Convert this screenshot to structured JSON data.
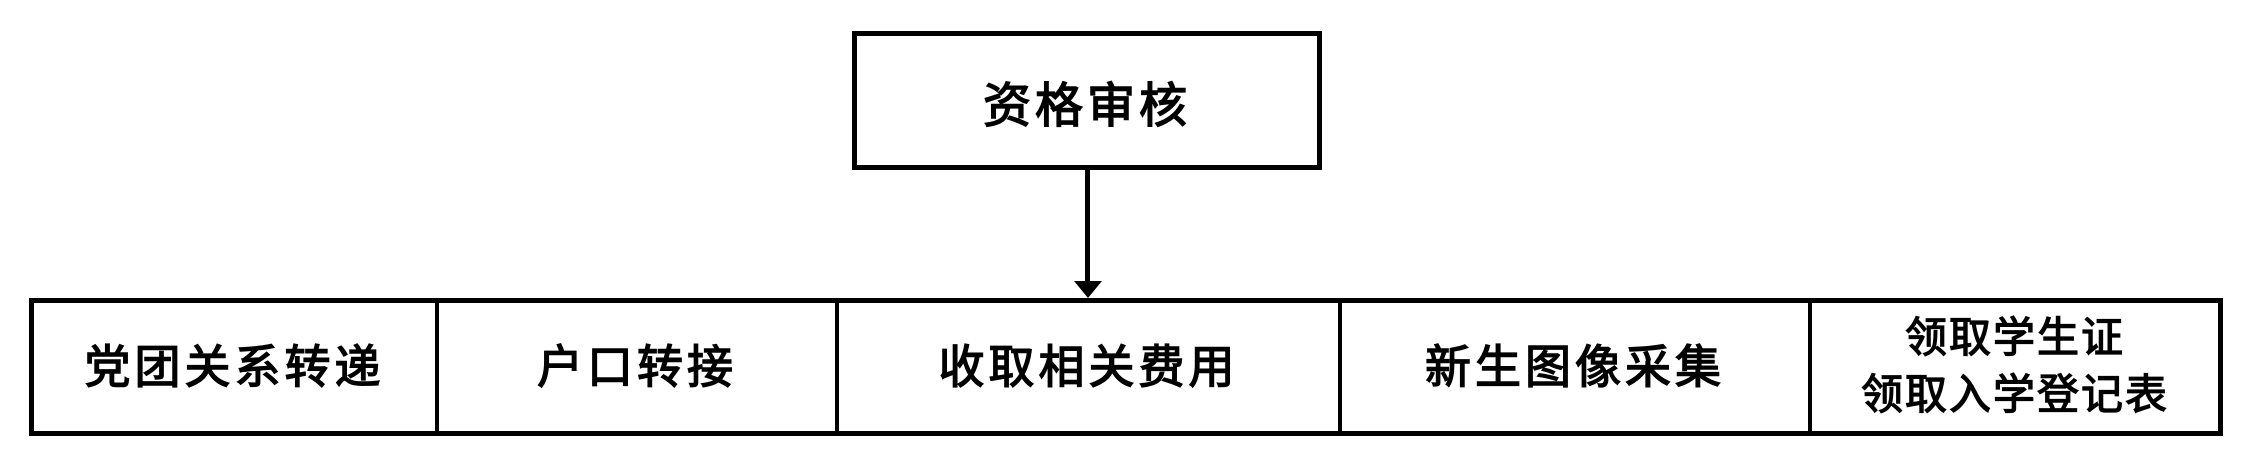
{
  "flowchart": {
    "title_box": {
      "label": "资格审核"
    },
    "connector": {
      "type": "arrow-down"
    },
    "process_cells": [
      {
        "label": "党团关系转递"
      },
      {
        "label": "户口转接"
      },
      {
        "label": "收取相关费用"
      },
      {
        "label": "新生图像采集"
      },
      {
        "lines": [
          "领取学生证",
          "领取入学登记表"
        ]
      }
    ],
    "colors": {
      "line": "#000000",
      "background": "#ffffff",
      "text": "#000000"
    }
  }
}
